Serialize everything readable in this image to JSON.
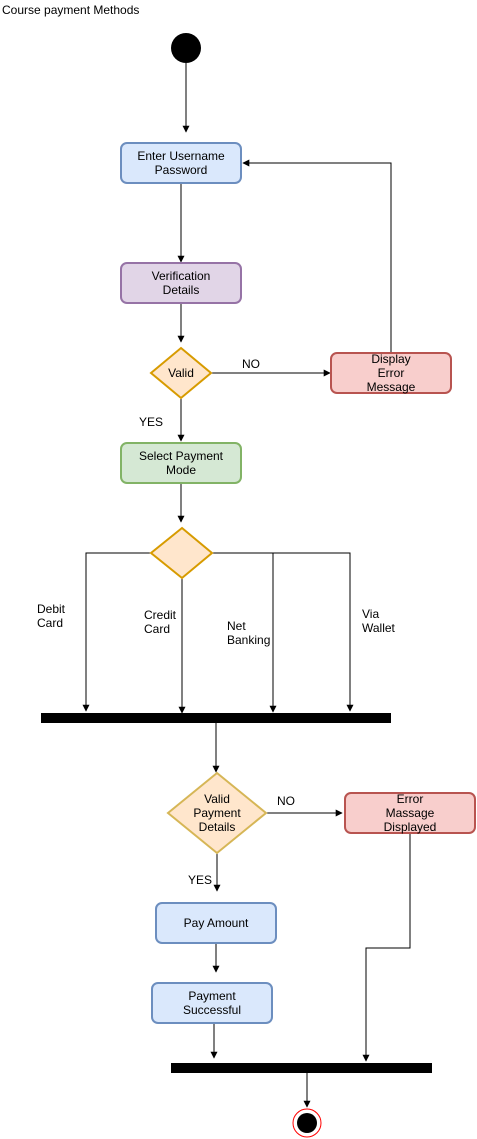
{
  "diagram": {
    "title": "Course payment Methods",
    "nodes": {
      "login": {
        "lines": [
          "Enter Username",
          "Password"
        ],
        "fill": "#dae8fc",
        "stroke": "#6c8ebf"
      },
      "verify": {
        "lines": [
          "Verification",
          "Details"
        ],
        "fill": "#e1d5e7",
        "stroke": "#9673a6"
      },
      "valid": {
        "lines": [
          "Valid"
        ],
        "fill": "#ffe6cc",
        "stroke": "#d79b00"
      },
      "login_error": {
        "lines": [
          "Display",
          "Error",
          "Message"
        ],
        "fill": "#f8cecc",
        "stroke": "#b85450"
      },
      "select_mode": {
        "lines": [
          "Select Payment",
          "Mode"
        ],
        "fill": "#d5e8d4",
        "stroke": "#82b366"
      },
      "mode_decision": {
        "lines": [],
        "fill": "#ffe6cc",
        "stroke": "#d79b00"
      },
      "valid_payment": {
        "lines": [
          "Valid",
          "Payment",
          "Details"
        ],
        "fill": "#ffe6cc",
        "stroke": "#d6b656"
      },
      "payment_error": {
        "lines": [
          "Error",
          "Massage",
          "Displayed"
        ],
        "fill": "#f8cecc",
        "stroke": "#b85450"
      },
      "pay_amount": {
        "lines": [
          "Pay Amount"
        ],
        "fill": "#dae8fc",
        "stroke": "#6c8ebf"
      },
      "payment_success": {
        "lines": [
          "Payment",
          "Successful"
        ],
        "fill": "#dae8fc",
        "stroke": "#6c8ebf"
      }
    },
    "edge_labels": {
      "login_no": "NO",
      "login_yes": "YES",
      "debit": [
        "Debit",
        "Card"
      ],
      "credit": [
        "Credit",
        "Card"
      ],
      "netbanking": [
        "Net",
        "Banking"
      ],
      "wallet": [
        "Via",
        "Wallet"
      ],
      "payment_no": "NO",
      "payment_yes": "YES"
    }
  }
}
